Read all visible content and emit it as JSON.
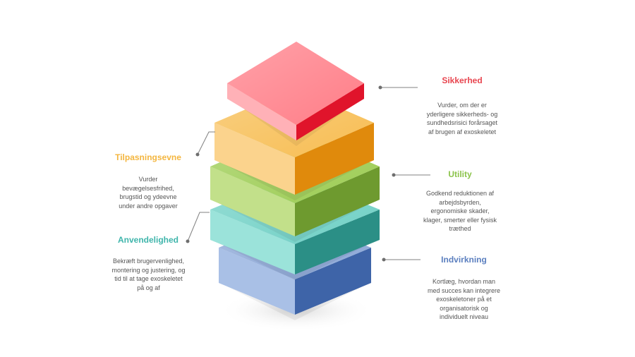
{
  "colors": {
    "background": "#ffffff",
    "connector": "#808080",
    "text": "#555555"
  },
  "layers": [
    {
      "key": "indvirkning",
      "title": "Indvirkning",
      "description": "Kortlæg, hvordan man\nmed succes kan integrere\nexoskeletoner på et\norganisatorisk og\nindividuelt niveau",
      "color": "#5b7fbf",
      "top_color": "#8aa6d6",
      "left_color": "#a9c0e6",
      "right_color": "#3e64a8"
    },
    {
      "key": "anvendelighed",
      "title": "Anvendelighed",
      "description": "Bekræft brugervenlighed,\nmontering og justering, og\ntid til at tage exoskeletet\npå og af",
      "color": "#3fb5ab",
      "top_color": "#6fd0c5",
      "left_color": "#9be3da",
      "right_color": "#2b8f86"
    },
    {
      "key": "utility",
      "title": "Utility",
      "description": "Godkend reduktionen af\narbejdsbyrden,\nergonomiske skader,\nklager, smerter eller fysisk\ntræthed",
      "color": "#8bc34a",
      "top_color": "#9ccc52",
      "left_color": "#c2e08a",
      "right_color": "#6e9a2f"
    },
    {
      "key": "tilpasningsevne",
      "title": "Tilpasningsevne",
      "description": "Vurder\nbevægelsesfrihed,\nbrugstid og ydeevne\nunder andre opgaver",
      "color": "#f4b63f",
      "top_color": "#f7bd52",
      "left_color": "#fbd38d",
      "right_color": "#e08a0c"
    },
    {
      "key": "sikkerhed",
      "title": "Sikkerhed",
      "description": "Vurder, om der er\nyderligere sikkerheds- og\nsundhedsrisici forårsaget\naf brugen af exoskeletet",
      "color": "#e8454f",
      "top_color": "#ff7d87",
      "left_color": "#ffb1b7",
      "right_color": "#e0142b"
    }
  ]
}
